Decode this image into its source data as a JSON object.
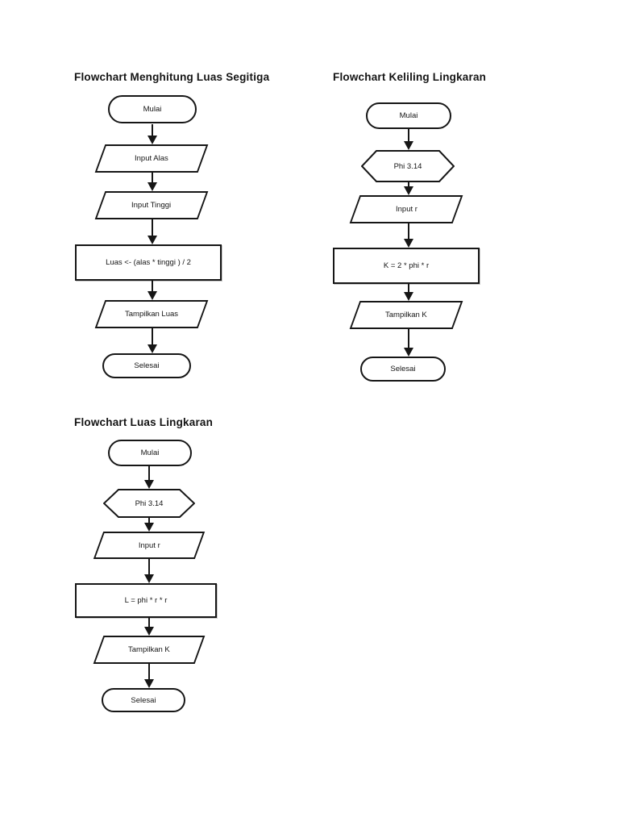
{
  "page": {
    "background": "#ffffff",
    "ink": "#161616"
  },
  "charts": [
    {
      "title": "Flowchart Menghitung Luas Segitiga",
      "nodes": [
        {
          "type": "terminator",
          "label": "Mulai"
        },
        {
          "type": "input-output",
          "label": "Input Alas"
        },
        {
          "type": "input-output",
          "label": "Input Tinggi"
        },
        {
          "type": "process",
          "label": "Luas <- (alas * tinggi ) / 2"
        },
        {
          "type": "input-output",
          "label": "Tampilkan Luas"
        },
        {
          "type": "terminator",
          "label": "Selesai"
        }
      ]
    },
    {
      "title": "Flowchart Keliling Lingkaran",
      "nodes": [
        {
          "type": "terminator",
          "label": "Mulai"
        },
        {
          "type": "preparation",
          "label": "Phi 3.14"
        },
        {
          "type": "input-output",
          "label": "Input r"
        },
        {
          "type": "process",
          "label": "K = 2 * phi * r"
        },
        {
          "type": "input-output",
          "label": "Tampilkan K"
        },
        {
          "type": "terminator",
          "label": "Selesai"
        }
      ]
    },
    {
      "title": "Flowchart Luas Lingkaran",
      "nodes": [
        {
          "type": "terminator",
          "label": "Mulai"
        },
        {
          "type": "preparation",
          "label": "Phi 3.14"
        },
        {
          "type": "input-output",
          "label": "Input r"
        },
        {
          "type": "process",
          "label": "L = phi * r * r"
        },
        {
          "type": "input-output",
          "label": "Tampilkan K"
        },
        {
          "type": "terminator",
          "label": "Selesai"
        }
      ]
    }
  ]
}
